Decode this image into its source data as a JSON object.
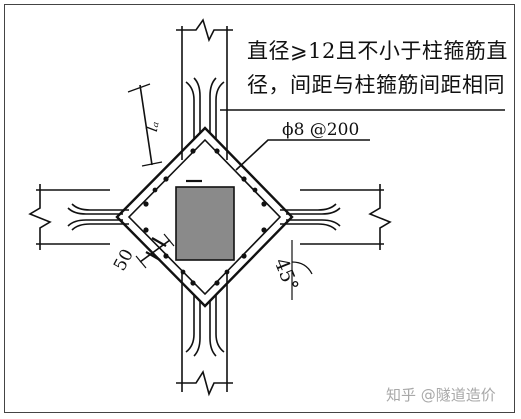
{
  "annotations": {
    "note_line1": "直径⩾12且不小于柱箍筋直",
    "note_line2": "径，间距与柱箍筋间距相同",
    "rebar_spec": "ϕ8 @200",
    "angle": "45°",
    "dim_50": "50",
    "anchorage": "lₐ"
  },
  "watermark": "知乎 @隧道造价",
  "colors": {
    "line": "#111111",
    "column_fill": "#8a8a8a"
  }
}
